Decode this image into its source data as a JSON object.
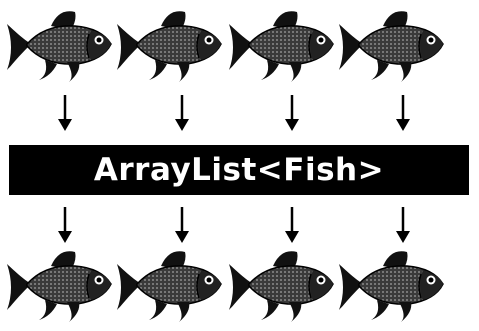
{
  "diagram": {
    "label": "ArrayList<Fish>",
    "colors": {
      "banner_background": "#000000",
      "banner_text": "#ffffff",
      "fish": "#1a1a1a",
      "arrow": "#000000"
    },
    "top_row": {
      "icon": "fish-icon",
      "count": 4
    },
    "bottom_row": {
      "icon": "fish-icon",
      "count": 4
    },
    "arrows": {
      "icon": "down-arrow-icon",
      "count_above_label": 4,
      "count_below_label": 4
    }
  }
}
